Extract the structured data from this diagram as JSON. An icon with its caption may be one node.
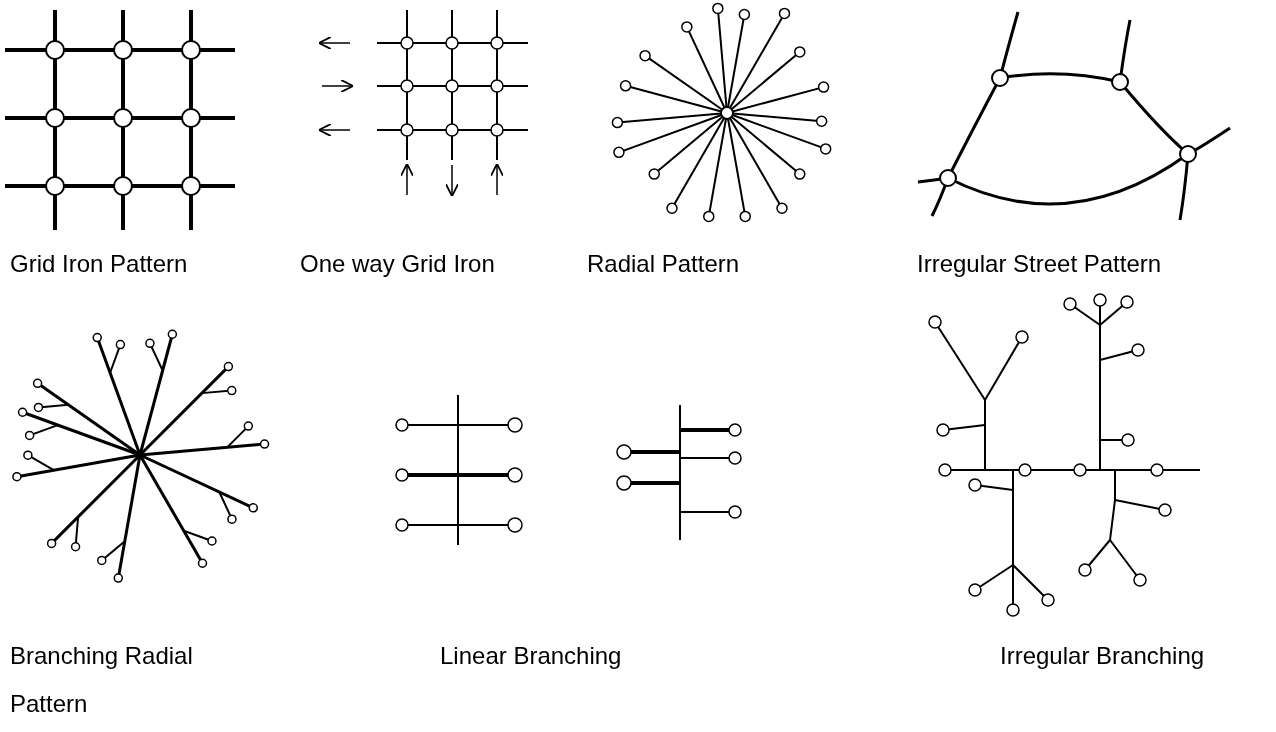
{
  "diagram": {
    "labels": [
      "Grid Iron Pattern",
      "One way Grid Iron",
      "Radial Pattern",
      "Irregular Street Pattern",
      "Branching Radial Pattern",
      "Linear Branching",
      "Irregular Branching"
    ]
  }
}
